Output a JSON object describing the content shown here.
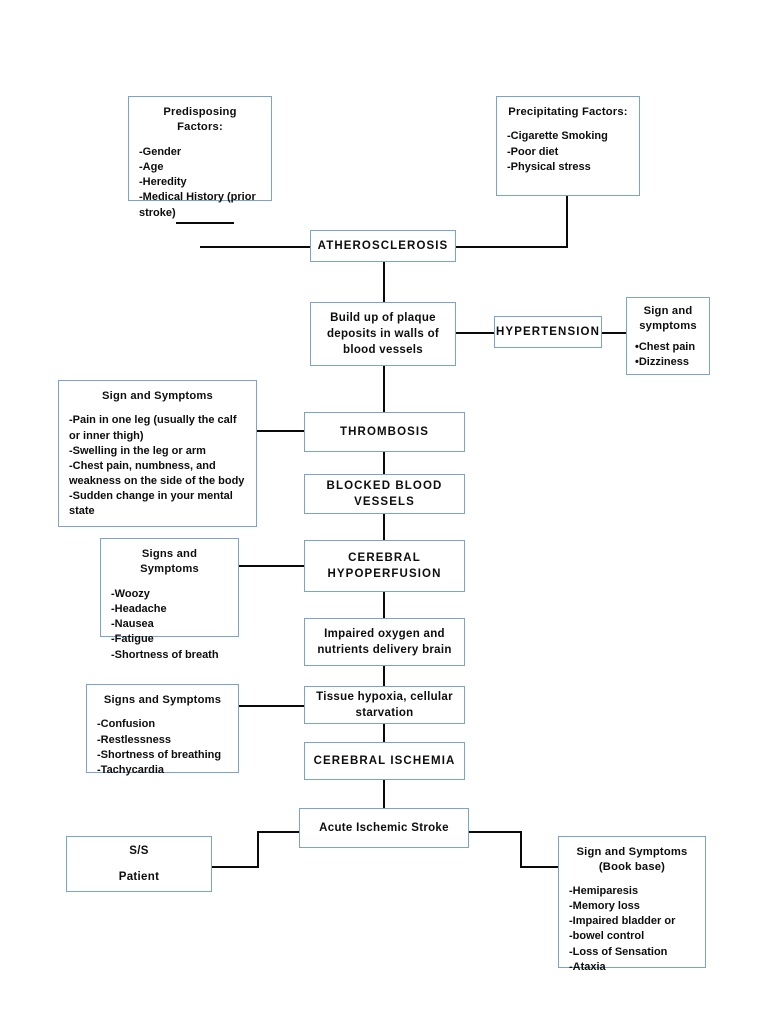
{
  "diagram": {
    "title": "Acute Ischemic Stroke Pathophysiology Flowchart",
    "border_color": "#7ba3cf",
    "connector_color": "#0a0a0a",
    "background": "#ffffff"
  },
  "nodes": {
    "predisposing": {
      "title": "Predisposing Factors:",
      "items": [
        "-Gender",
        "-Age",
        "-Heredity",
        "-Medical History (prior stroke)"
      ]
    },
    "precipitating": {
      "title": "Precipitating Factors:",
      "items": [
        "-Cigarette Smoking",
        "-Poor diet",
        "-Physical stress"
      ]
    },
    "atherosclerosis": {
      "label": "ATHEROSCLEROSIS"
    },
    "plaque": {
      "label": "Build up of plaque deposits in walls of blood vessels"
    },
    "hypertension": {
      "label": "HYPERTENSION"
    },
    "htn_symptoms": {
      "title_line1": "Sign and",
      "title_line2": "symptoms",
      "items": [
        "•Chest pain",
        "•Dizziness"
      ]
    },
    "thrombosis_symptoms": {
      "title": "Sign and Symptoms",
      "items": [
        "-Pain in one leg (usually the calf or inner thigh)",
        "-Swelling in the leg or arm",
        "-Chest pain, numbness, and weakness on the side of the body",
        "-Sudden change in your mental state"
      ]
    },
    "thrombosis": {
      "label": "THROMBOSIS"
    },
    "blocked_vessels": {
      "label": "BLOCKED BLOOD VESSELS"
    },
    "hypoperfusion_symptoms": {
      "title": "Signs and Symptoms",
      "items": [
        "-Woozy",
        "-Headache",
        "-Nausea",
        "-Fatigue",
        "-Shortness of breath"
      ]
    },
    "hypoperfusion": {
      "label": "CEREBRAL HYPOPERFUSION"
    },
    "impaired_delivery": {
      "label": "Impaired oxygen and nutrients delivery brain"
    },
    "hypoxia_symptoms": {
      "title": "Signs and Symptoms",
      "items": [
        "-Confusion",
        "-Restlessness",
        "-Shortness of breathing",
        "-Tachycardia"
      ]
    },
    "hypoxia": {
      "label": "Tissue hypoxia, cellular starvation"
    },
    "ischemia": {
      "label": "CEREBRAL ISCHEMIA"
    },
    "stroke": {
      "label": "Acute Ischemic Stroke"
    },
    "ss_patient": {
      "line1": "S/S",
      "line2": "Patient"
    },
    "book_symptoms": {
      "title_line1": "Sign and Symptoms",
      "title_line2": "(Book base)",
      "items": [
        "-Hemiparesis",
        "-Memory loss",
        "-Impaired bladder or",
        "-bowel control",
        "-Loss of Sensation",
        "-Ataxia"
      ]
    }
  }
}
